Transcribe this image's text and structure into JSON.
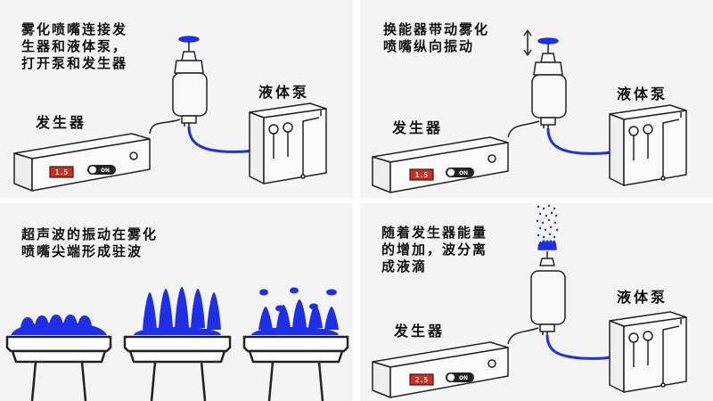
{
  "panels": [
    {
      "caption": "雾化喷嘴连接发\n生器和液体泵，\n打开泵和发生器",
      "generator_label": "发生器",
      "pump_label": "液体泵",
      "display_value": "1.5",
      "switch_label": "ON"
    },
    {
      "caption": "换能器带动雾化\n喷嘴纵向振动",
      "generator_label": "发生器",
      "pump_label": "液体泵",
      "display_value": "1.5",
      "switch_label": "ON"
    },
    {
      "caption": "超声波的振动在雾化\n喷嘴尖端形成驻波"
    },
    {
      "caption": "随着发生器能量\n的增加，波分离\n成液滴",
      "generator_label": "发生器",
      "pump_label": "液体泵",
      "display_value": "2.5",
      "switch_label": "ON"
    }
  ],
  "colors": {
    "liquid_blue": "#1f2fe8",
    "display_red": "#d62a1e",
    "outline": "#222222",
    "panel_bg": "#f4f4f4"
  }
}
